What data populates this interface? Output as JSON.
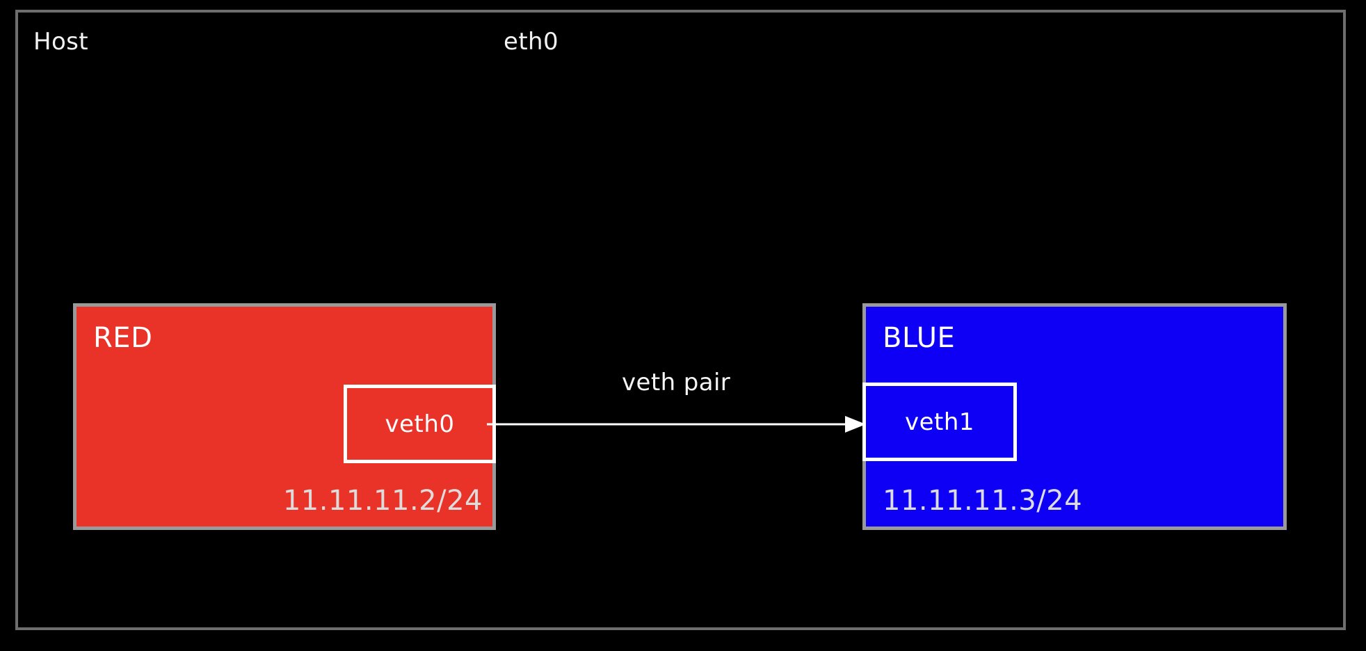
{
  "host": {
    "label": "Host",
    "eth0_label": "eth0",
    "border_color": "#6e6e6e"
  },
  "namespaces": [
    {
      "name": "RED",
      "ip": "11.11.11.2/24",
      "fill_color": "#ea3328",
      "border_color": "#9a9a9a",
      "interface": {
        "name": "veth0",
        "border_color": "#ffffff"
      }
    },
    {
      "name": "BLUE",
      "ip": "11.11.11.3/24",
      "fill_color": "#0d00f5",
      "border_color": "#9a9a9a",
      "interface": {
        "name": "veth1",
        "border_color": "#ffffff"
      }
    }
  ],
  "connector": {
    "label": "veth pair",
    "color": "#ffffff",
    "direction": "right",
    "from": "veth0",
    "to": "veth1"
  }
}
